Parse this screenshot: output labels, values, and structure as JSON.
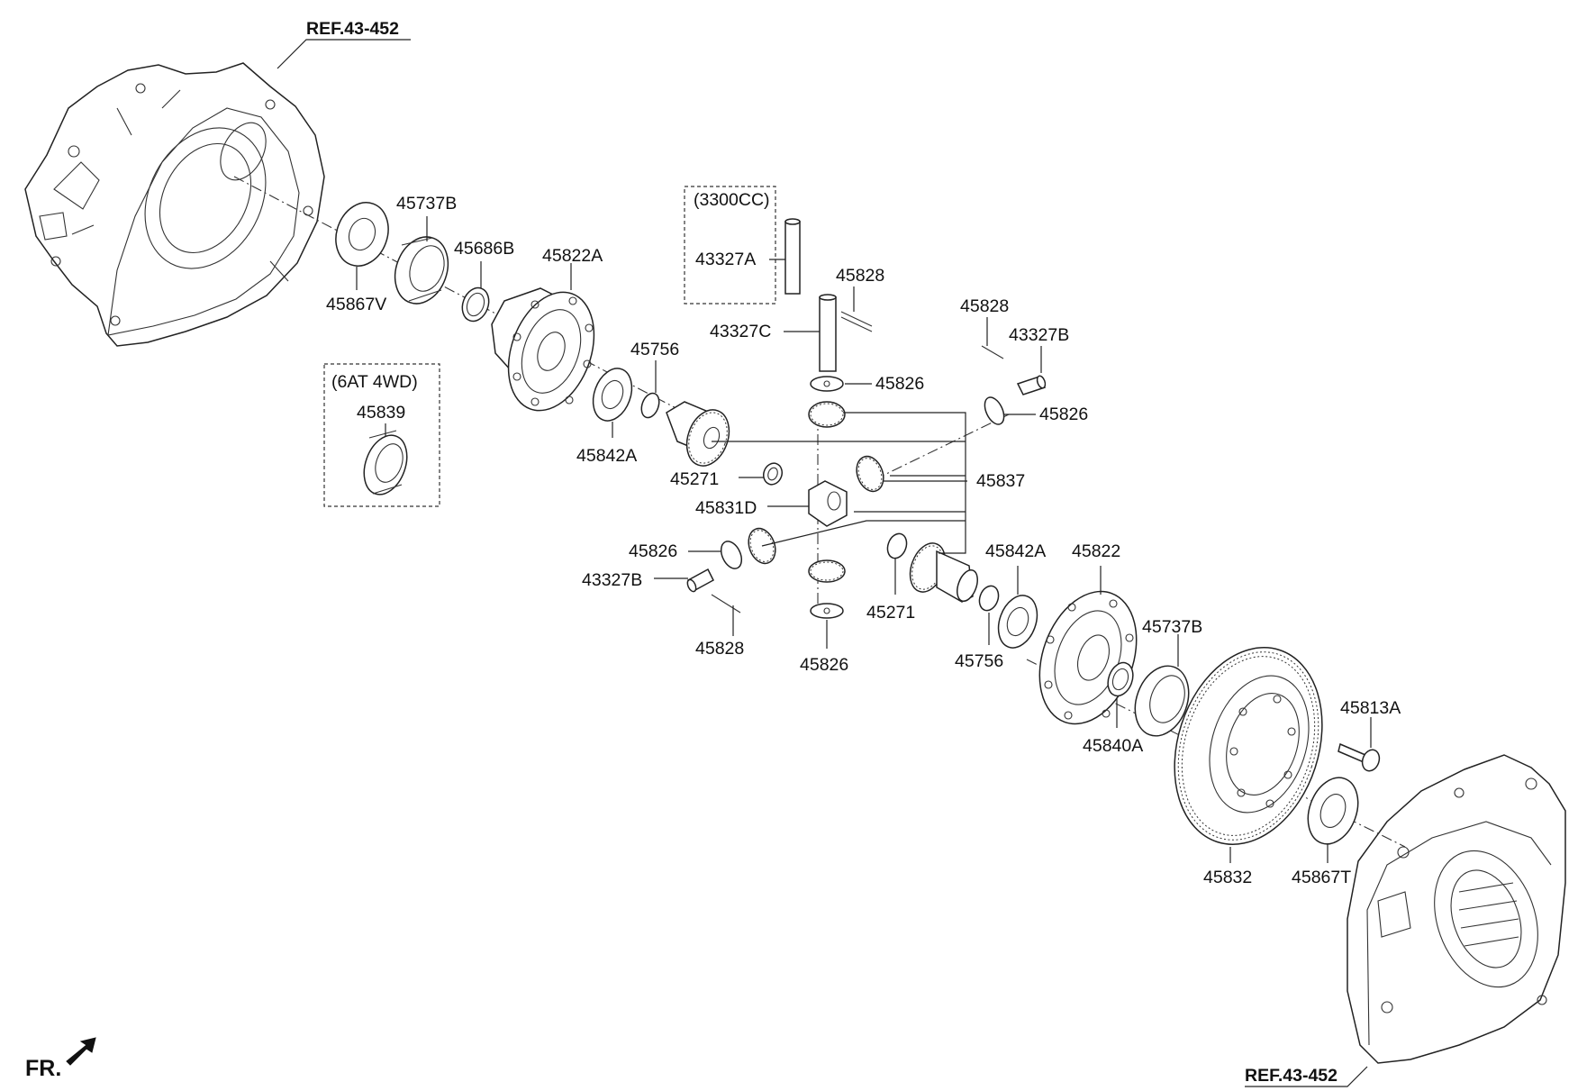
{
  "references": {
    "top": "REF.43-452",
    "bottom": "REF.43-452"
  },
  "direction": "FR.",
  "groups": {
    "cc3300": "(3300CC)",
    "at4wd": "(6AT 4WD)"
  },
  "callouts": {
    "p45737B_1": "45737B",
    "p45867V": "45867V",
    "p45686B": "45686B",
    "p45822A": "45822A",
    "p43327A": "43327A",
    "p45828_1": "45828",
    "p43327C": "43327C",
    "p45828_2": "45828",
    "p43327B_1": "43327B",
    "p45826_1": "45826",
    "p45826_2": "45826",
    "p45756_1": "45756",
    "p45842A_1": "45842A",
    "p45271_1": "45271",
    "p45837": "45837",
    "p45831D": "45831D",
    "p45839": "45839",
    "p45826_3": "45826",
    "p43327B_2": "43327B",
    "p45828_3": "45828",
    "p45826_4": "45826",
    "p45271_2": "45271",
    "p45842A_2": "45842A",
    "p45822": "45822",
    "p45756_2": "45756",
    "p45737B_2": "45737B",
    "p45840A": "45840A",
    "p45813A": "45813A",
    "p45832": "45832",
    "p45867T": "45867T"
  }
}
